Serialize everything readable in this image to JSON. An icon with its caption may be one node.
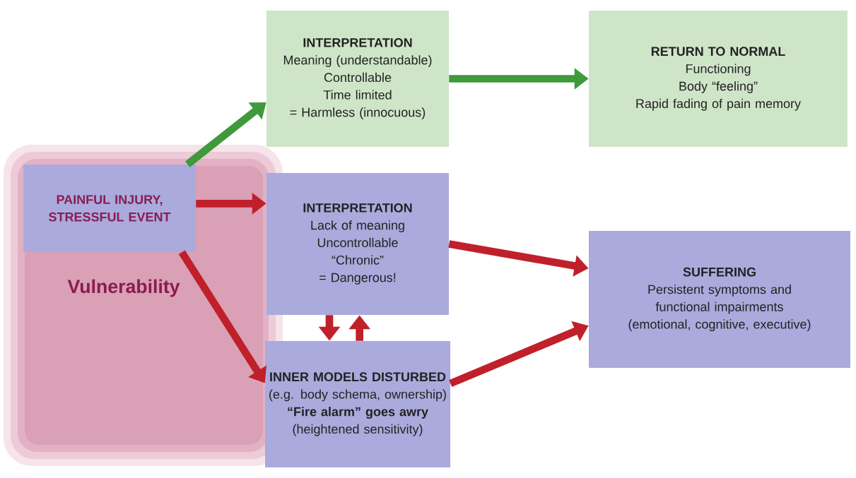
{
  "diagram": {
    "nodes": [
      {
        "text": [
          "PAINFUL INJURY, STRESSFUL EVENT"
        ]
      },
      {
        "text": [
          "INTERPRETATION",
          "Meaning (understandable)",
          "Controllable",
          "Time limited",
          "= Harmless (innocuous)"
        ]
      },
      {
        "text": [
          "RETURN TO NORMAL",
          "Functioning",
          "Body “feeling”",
          "Rapid fading of pain memory"
        ]
      },
      {
        "text": [
          "INTERPRETATION",
          "Lack of meaning",
          "Uncontrollable",
          "“Chronic”",
          "= Dangerous!"
        ]
      },
      {
        "text": [
          "INNER MODELS DISTURBED",
          "(e.g. body schema, ownership)",
          "“Fire alarm” goes awry",
          "(heightened sensitivity)"
        ]
      },
      {
        "text": [
          "SUFFERING",
          "Persistent symptoms and functional impairments",
          "(emotional, cognitive, executive)"
        ]
      }
    ],
    "edges": [
      {
        "from": 0,
        "to": 1,
        "arrow": "to",
        "color": "#3e9a3a"
      },
      {
        "from": 1,
        "to": 2,
        "arrow": "to",
        "color": "#3e9a3a"
      },
      {
        "from": 0,
        "to": 3,
        "arrow": "to"
      },
      {
        "from": 0,
        "to": 4,
        "arrow": "to"
      },
      {
        "from": 3,
        "to": 5,
        "arrow": "to"
      },
      {
        "from": 4,
        "to": 5,
        "arrow": "to"
      },
      {
        "from": 3,
        "to": 4,
        "arrow": "to"
      },
      {
        "from": 4,
        "to": 3,
        "arrow": "to"
      }
    ],
    "labels": [
      "Vulnerability"
    ]
  }
}
